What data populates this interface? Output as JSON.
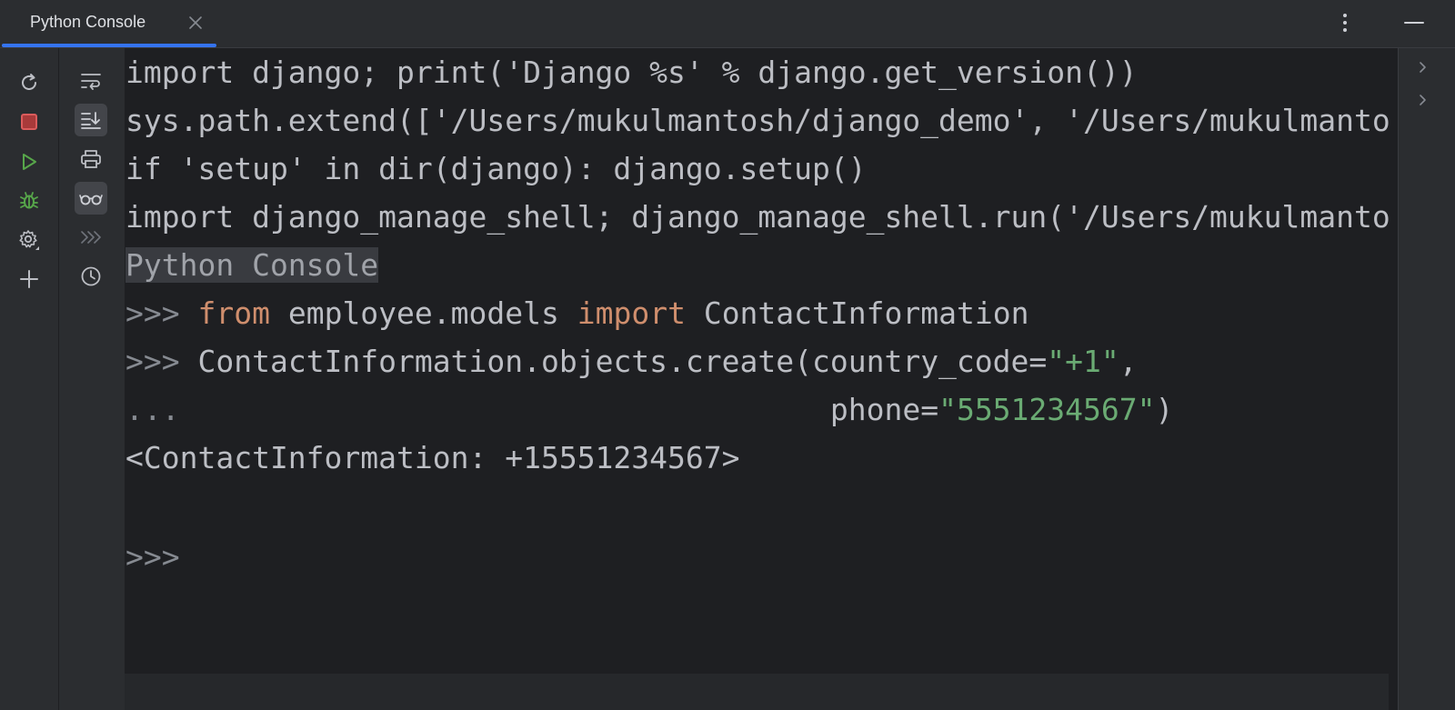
{
  "tab": {
    "title": "Python Console",
    "close_icon": "close-icon"
  },
  "top_actions": [
    "more-vertical-icon",
    "minimize-icon"
  ],
  "toolbar_left": [
    {
      "name": "rerun-icon",
      "color": "#bcbec4"
    },
    {
      "name": "stop-icon",
      "color": "#db5c5c"
    },
    {
      "name": "run-icon",
      "color": "#57a64a"
    },
    {
      "name": "debug-icon",
      "color": "#57a64a"
    },
    {
      "name": "settings-icon",
      "color": "#bcbec4"
    },
    {
      "name": "add-icon",
      "color": "#bcbec4"
    }
  ],
  "toolbar_right": [
    {
      "name": "soft-wrap-icon",
      "active": false
    },
    {
      "name": "scroll-to-end-icon",
      "active": true
    },
    {
      "name": "print-icon",
      "active": false
    },
    {
      "name": "show-variables-icon",
      "active": true
    },
    {
      "name": "execute-icon",
      "active": false
    },
    {
      "name": "history-icon",
      "active": false
    }
  ],
  "console": {
    "startup_lines": [
      "import django; print('Django %s' % django.get_version())",
      "sys.path.extend(['/Users/mukulmantosh/django_demo', '/Users/mukulmanto",
      "if 'setup' in dir(django): django.setup()",
      "import django_manage_shell; django_manage_shell.run('/Users/mukulmanto"
    ],
    "banner": "Python Console",
    "line6": {
      "prompt": ">>> ",
      "kw_from": "from",
      "module": " employee.models ",
      "kw_import": "import",
      "name": " ContactInformation"
    },
    "line7": {
      "prompt": ">>> ",
      "code": "ContactInformation.objects.create(country_code=",
      "str": "\"+1\"",
      "tail": ","
    },
    "line8": {
      "prompt": "...",
      "pad": "                                    ",
      "code": "phone=",
      "str": "\"5551234567\"",
      "tail": ")"
    },
    "output": "<ContactInformation: +15551234567>",
    "final_prompt": ">>>"
  },
  "colors": {
    "accent": "#3574f0",
    "keyword": "#cf8e6d",
    "string": "#6aab73",
    "text": "#bcbec4"
  }
}
